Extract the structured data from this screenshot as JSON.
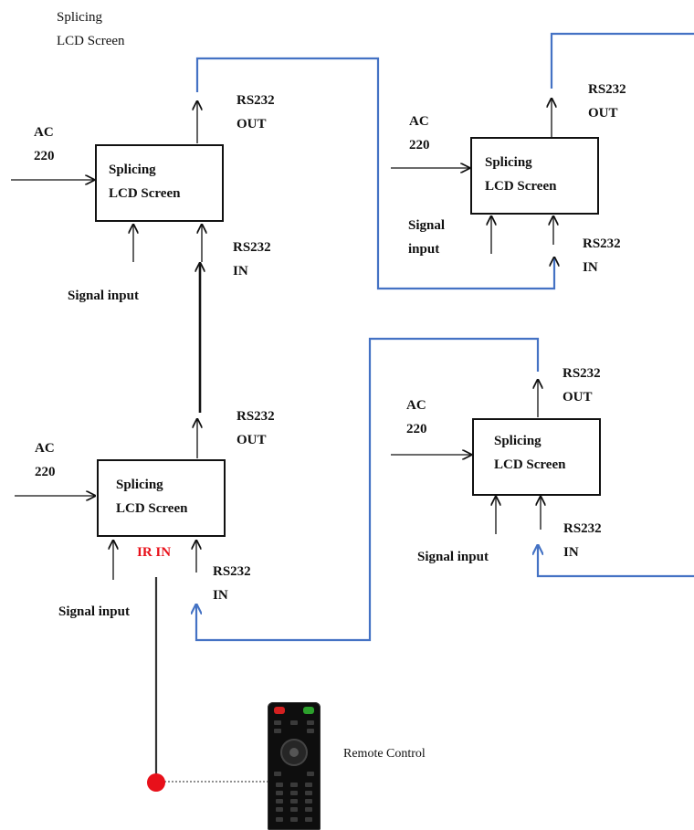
{
  "top_label": {
    "line1": "Splicing",
    "line2": "LCD Screen"
  },
  "screen_title": {
    "line1": "Splicing",
    "line2": "LCD Screen"
  },
  "ac_label": {
    "line1": "AC",
    "line2": "220"
  },
  "rs232_out": {
    "line1": "RS232",
    "line2": "OUT"
  },
  "rs232_in": {
    "line1": "RS232",
    "line2": "IN"
  },
  "signal_input": "Signal input",
  "signal_input_split": {
    "line1": "Signal",
    "line2": "input"
  },
  "ir_in": "IR IN",
  "remote_control": "Remote Control",
  "colors": {
    "line": "#111111",
    "rs232_link": "#4472c4",
    "ir_dot": "#e8101a",
    "ir_label": "#e8101a",
    "remote_red_button": "#d42020",
    "remote_green_button": "#2ca02c"
  }
}
